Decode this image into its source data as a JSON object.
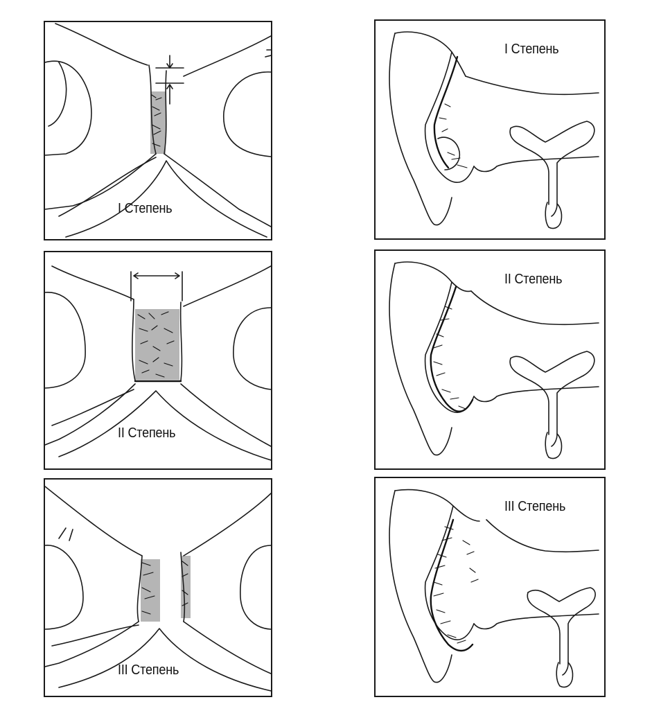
{
  "figure": {
    "left_column": [
      {
        "id": "l1",
        "label": "I Степень"
      },
      {
        "id": "l2",
        "label": "II Степень"
      },
      {
        "id": "l3",
        "label": "III Степень"
      }
    ],
    "right_column": [
      {
        "id": "r1",
        "label": "I Степень"
      },
      {
        "id": "r2",
        "label": "II Степень"
      },
      {
        "id": "r3",
        "label": "III Степень"
      }
    ]
  }
}
